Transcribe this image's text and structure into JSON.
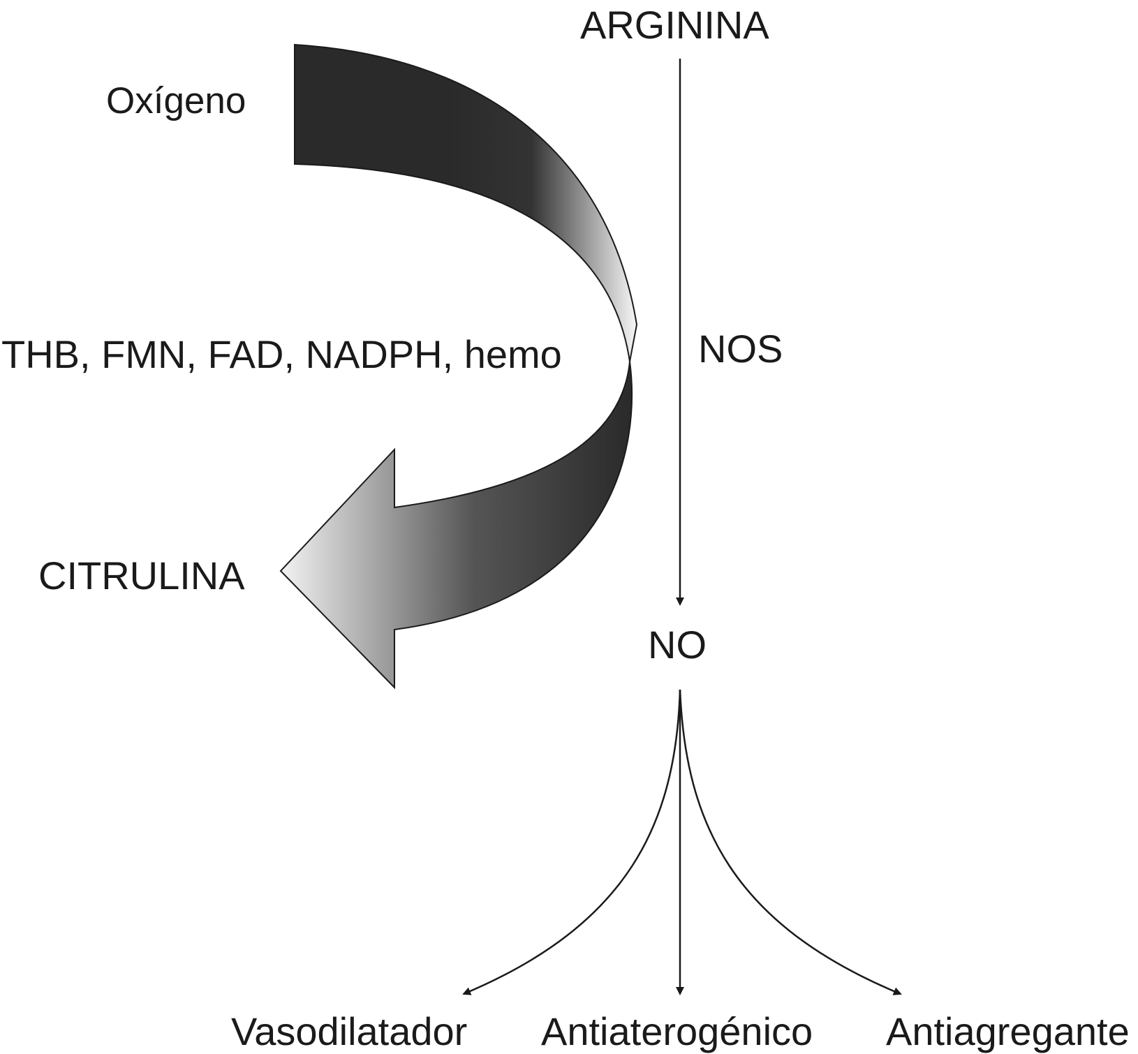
{
  "labels": {
    "arginina": "ARGININA",
    "oxigeno": "Oxígeno",
    "cofactors": "THB, FMN, FAD, NADPH, hemo",
    "nos": "NOS",
    "citrulina": "CITRULINA",
    "no": "NO",
    "vasodilatador": "Vasodilatador",
    "antiaterogenico": "Antiaterogénico",
    "antiagregante": "Antiagregante"
  },
  "colors": {
    "line": "#1a1a1a",
    "arrow_dark": "#2a2a2a",
    "arrow_light": "#f2f2f2"
  }
}
